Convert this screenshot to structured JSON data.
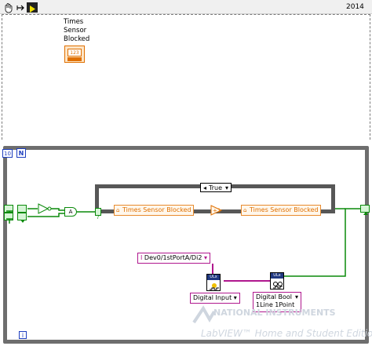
{
  "toolbar": {
    "hand_icon": "hand-icon",
    "arrow_icon": "arrow-right-icon",
    "run_icon": "run-icon"
  },
  "frame": {
    "year_label": "2014",
    "counter_label": "Times\nSensor\nBlocked",
    "counter_value": "123"
  },
  "loop": {
    "count_terminal": "10",
    "n_label": "N",
    "iteration_label": "i",
    "bool_true_1": "T F",
    "bool_true_2": "T F",
    "and_label": "A"
  },
  "case": {
    "selector_value": "True",
    "local_left": "Times Sensor Blocked",
    "local_right": "Times Sensor Blocked"
  },
  "daq": {
    "channel": "Dev0/1stPortA/Di2",
    "create_label": "Digital Input",
    "read_label_1": "Digital Bool",
    "read_label_2": "1Line 1Point",
    "ul_tag": "ULx"
  },
  "watermark": {
    "brand": "NATIONAL INSTRUMENTS",
    "edition": "LabVIEW™ Home and Student Edition"
  },
  "colors": {
    "orange": "#e07000",
    "green": "#0a8a0a",
    "purple": "#b0178e",
    "frame_gray": "#6e6e6e"
  }
}
